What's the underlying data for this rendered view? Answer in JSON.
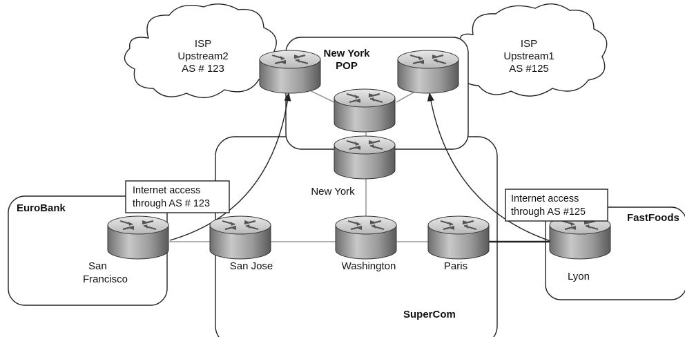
{
  "clouds": {
    "upstream2": {
      "line1": "ISP",
      "line2": "Upstream2",
      "line3": "AS # 123"
    },
    "upstream1": {
      "line1": "ISP",
      "line2": "Upstream1",
      "line3": "AS #125"
    }
  },
  "regions": {
    "pop": {
      "line1": "New York",
      "line2": "POP"
    },
    "eurobank": "EuroBank",
    "fastfoods": "FastFoods",
    "supercom": "SuperCom"
  },
  "routers": {
    "new_york": "New York",
    "san_francisco_1": "San",
    "san_francisco_2": "Francisco",
    "san_jose": "San Jose",
    "washington": "Washington",
    "paris": "Paris",
    "lyon": "Lyon"
  },
  "callouts": {
    "as123": {
      "line1": "Internet access",
      "line2": "through AS # 123"
    },
    "as125": {
      "line1": "Internet access",
      "line2": "through AS #125"
    }
  },
  "colors": {
    "router_body": "#9a9a9a",
    "router_top": "#d4d4d4",
    "line": "#222222",
    "link": "#999999"
  }
}
